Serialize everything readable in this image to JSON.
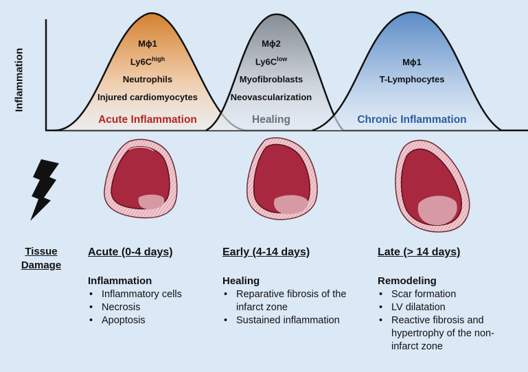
{
  "y_axis_label": "Inflammation",
  "curves": [
    {
      "items": [
        "Mϕ1",
        "Ly6C",
        "Neutrophils",
        "Injured cardiomyocytes"
      ],
      "ly6c_sup": "high",
      "stage_label": "Acute Inflammation",
      "color": "#d4812f",
      "label_color": "#b0281f"
    },
    {
      "items": [
        "Mϕ2",
        "Ly6C",
        "Myofibroblasts",
        "Neovascularization"
      ],
      "ly6c_sup": "low",
      "stage_label": "Healing",
      "color": "#8a9098",
      "label_color": "#6b6f75"
    },
    {
      "items": [
        "Mϕ1",
        "T-Lymphocytes"
      ],
      "stage_label": "Chronic Inflammation",
      "color": "#5f8fc8",
      "label_color": "#2d5c9a"
    }
  ],
  "tissue_damage": {
    "line1": "Tissue",
    "line2": "Damage"
  },
  "phases": [
    {
      "title": "Acute (0-4 days)",
      "heading": "Inflammation",
      "bullets": [
        "Inflammatory cells",
        "Necrosis",
        "Apoptosis"
      ]
    },
    {
      "title": "Early (4-14 days)",
      "heading": "Healing",
      "bullets": [
        "Reparative fibrosis of the infarct zone",
        "Sustained inflammation"
      ]
    },
    {
      "title": "Late (> 14 days)",
      "heading": "Remodeling",
      "bullets": [
        "Scar formation",
        "LV dilatation",
        "Reactive fibrosis and hypertrophy of the non-infarct zone"
      ]
    }
  ]
}
